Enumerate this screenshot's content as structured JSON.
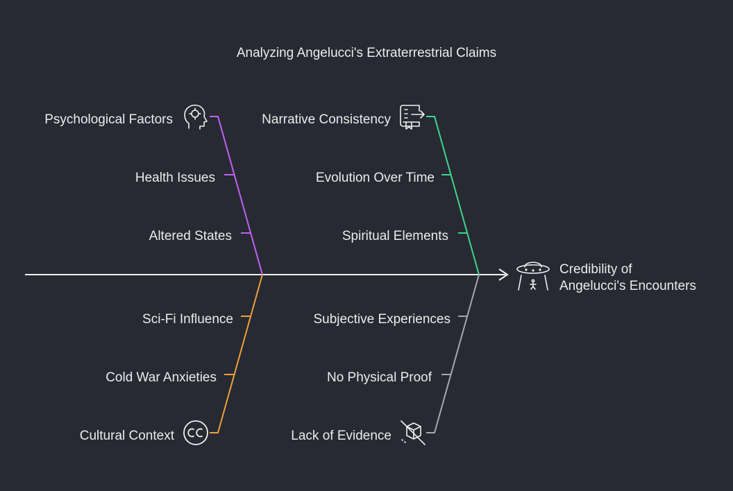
{
  "title": "Analyzing Angelucci's Extraterrestrial Claims",
  "head": {
    "line1": "Credibility of",
    "line2": "Angelucci's Encounters",
    "icon": "ufo-icon"
  },
  "categories": [
    {
      "id": "psychological",
      "label": "Psychological Factors",
      "icon": "head-mind-icon",
      "color": "#c162f0",
      "causes": [
        "Health Issues",
        "Altered States"
      ]
    },
    {
      "id": "narrative",
      "label": "Narrative Consistency",
      "icon": "document-arrow-icon",
      "color": "#3fd68a",
      "causes": [
        "Evolution Over Time",
        "Spiritual Elements"
      ]
    },
    {
      "id": "cultural",
      "label": "Cultural Context",
      "icon": "cc-icon",
      "color": "#f0a03a",
      "causes": [
        "Sci-Fi Influence",
        "Cold War Anxieties"
      ]
    },
    {
      "id": "evidence",
      "label": "Lack of Evidence",
      "icon": "no-cube-icon",
      "color": "#a8a8ab",
      "causes": [
        "Subjective Experiences",
        "No Physical Proof"
      ]
    }
  ]
}
